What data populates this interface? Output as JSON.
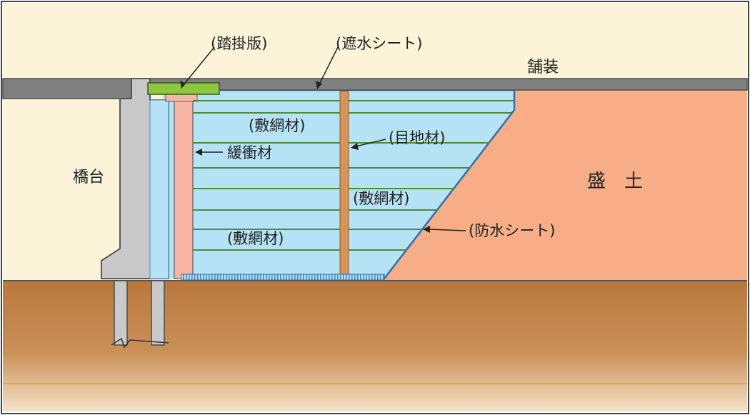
{
  "labels": {
    "approach_slab": "(踏掛版)",
    "waterproof_sheet_top": "(遮水シート)",
    "pavement": "舗装",
    "abutment": "橋台",
    "embankment": "盛　土",
    "geogrid_1": "(敷網材)",
    "geogrid_2": "(敷網材)",
    "geogrid_3": "(敷網材)",
    "joint_material": "(目地材)",
    "cushion_material": "緩衝材",
    "waterproof_sheet_side": "(防水シート)"
  },
  "colors": {
    "sky": "#fbf4d8",
    "ground": "#bd7a3c",
    "embankment": "#f7ad86",
    "reinforced_zone": "#b6e2f5",
    "concrete": "#c9c9c9",
    "pavement": "#808080",
    "approach_slab": "#8dc63f",
    "cushion": "#f7b5a4",
    "joint": "#d8925a",
    "geogrid_line": "#4f8b3a",
    "waterproof_line": "#2f6fb0"
  }
}
